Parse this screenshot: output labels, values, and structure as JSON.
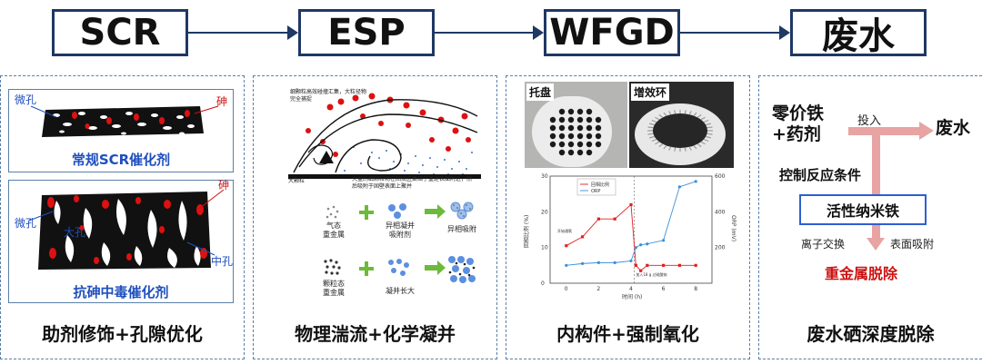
{
  "flow": [
    {
      "label": "SCR"
    },
    {
      "label": "ESP"
    },
    {
      "label": "WFGD"
    },
    {
      "label": "废水"
    }
  ],
  "panel1": {
    "box1": {
      "label_left": "微孔",
      "label_right": "砷",
      "caption": "常规SCR催化剂"
    },
    "box2": {
      "label_right_top": "砷",
      "label_left": "微孔",
      "label_big": "大孔",
      "label_mid": "中孔",
      "caption": "抗砷中毒催化剂"
    },
    "caption": "助剂修饰+孔隙优化"
  },
  "panel2": {
    "note_top": "细颗粒高效碰撞汇集，大粒径物完全捕捉",
    "note_mid": "大量的细颗粒物在回流区集结于重建表面附近，然后吸附于固壁表面上聚并",
    "note_bottom_left": "大颗粒",
    "row1": {
      "left": "气态\n重金属",
      "mid": "异相凝并\n吸附剂",
      "right": "异相吸附"
    },
    "row2": {
      "left": "颗粒态\n重金属",
      "mid": "凝并长大"
    },
    "caption": "物理湍流+化学凝并"
  },
  "panel3": {
    "photo1_label": "托盘",
    "photo2_label": "增效环",
    "legend": [
      "回相比例",
      "ORP"
    ],
    "ylabel_left": "回相比例 (%)",
    "ylabel_right": "ORP (mV)",
    "xlabel": "时间 (h)",
    "annot1": "开始通氧",
    "annot2": "加入18 g 过硫酸钠",
    "caption": "内构件+强制氧化"
  },
  "chart_data": {
    "type": "line",
    "x": [
      0,
      1,
      2,
      3,
      4,
      4.3,
      4.6,
      5,
      6,
      7,
      8
    ],
    "series": [
      {
        "name": "回相比例",
        "axis": "left",
        "x": [
          0,
          1,
          2,
          3,
          4,
          4.3,
          4.6,
          5,
          6,
          7,
          8
        ],
        "values": [
          10.5,
          13,
          18,
          18,
          22,
          5,
          3.5,
          5,
          5,
          5,
          5
        ]
      },
      {
        "name": "ORP",
        "axis": "right",
        "x": [
          0,
          1,
          2,
          3,
          4,
          4.3,
          4.6,
          5,
          6,
          7,
          8
        ],
        "values": [
          100,
          110,
          115,
          115,
          125,
          200,
          215,
          220,
          240,
          540,
          570
        ]
      }
    ],
    "xlabel": "时间 (h)",
    "ylabel": "回相比例 (%)",
    "y2label": "ORP (mV)",
    "xlim": [
      -1,
      9
    ],
    "ylim": [
      0,
      30
    ],
    "y2lim": [
      0,
      600
    ],
    "xticks": [
      "0",
      "2",
      "4",
      "6",
      "8"
    ],
    "yticks": [
      "0",
      "10",
      "20",
      "30"
    ],
    "y2ticks": [
      "200",
      "400",
      "600"
    ]
  },
  "panel4": {
    "iron": "零价铁\n+药剂",
    "add": "投入",
    "water": "废水",
    "control": "控制反应条件",
    "nano": "活性纳米铁",
    "ion": "离子交换",
    "surface": "表面吸附",
    "removal": "重金属脱除",
    "caption": "废水硒深度脱除"
  },
  "colors": {
    "frame": "#1f3864",
    "dashed": "#5a7fa8",
    "blue_text": "#1f4fbf",
    "red": "#cc1111",
    "green": "#6cba3a",
    "pink_arrow": "#e8a3a3",
    "nano_box": "#2f5fd0"
  }
}
